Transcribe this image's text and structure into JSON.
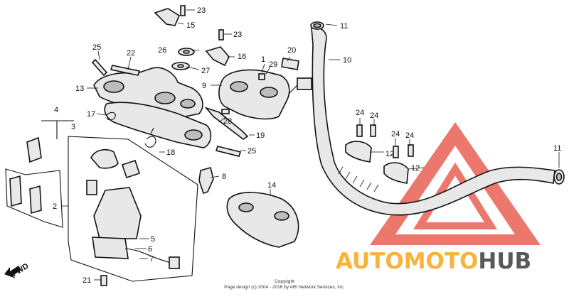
{
  "callouts": [
    {
      "id": "c23a",
      "label": "23"
    },
    {
      "id": "c15",
      "label": "15"
    },
    {
      "id": "c23b",
      "label": "23"
    },
    {
      "id": "c16",
      "label": "16"
    },
    {
      "id": "c26",
      "label": "26"
    },
    {
      "id": "c27",
      "label": "27"
    },
    {
      "id": "c25a",
      "label": "25"
    },
    {
      "id": "c22",
      "label": "22"
    },
    {
      "id": "c13",
      "label": "13"
    },
    {
      "id": "c1",
      "label": "1"
    },
    {
      "id": "c29",
      "label": "29"
    },
    {
      "id": "c20",
      "label": "20"
    },
    {
      "id": "c9",
      "label": "9"
    },
    {
      "id": "c11a",
      "label": "11"
    },
    {
      "id": "c10",
      "label": "10"
    },
    {
      "id": "c4",
      "label": "4"
    },
    {
      "id": "c3",
      "label": "3"
    },
    {
      "id": "c17",
      "label": "17"
    },
    {
      "id": "c28",
      "label": "28"
    },
    {
      "id": "c19",
      "label": "19"
    },
    {
      "id": "c18",
      "label": "18"
    },
    {
      "id": "c25b",
      "label": "25"
    },
    {
      "id": "c8",
      "label": "8"
    },
    {
      "id": "c24a",
      "label": "24"
    },
    {
      "id": "c24b",
      "label": "24"
    },
    {
      "id": "c24c",
      "label": "24"
    },
    {
      "id": "c24d",
      "label": "24"
    },
    {
      "id": "c12a",
      "label": "12"
    },
    {
      "id": "c12b",
      "label": "12"
    },
    {
      "id": "c11b",
      "label": "11"
    },
    {
      "id": "c2",
      "label": "2"
    },
    {
      "id": "c14",
      "label": "14"
    },
    {
      "id": "c5",
      "label": "5"
    },
    {
      "id": "c6",
      "label": "6"
    },
    {
      "id": "c7",
      "label": "7"
    },
    {
      "id": "c21",
      "label": "21"
    }
  ],
  "direction_label": "FWD",
  "copyright": {
    "line1": "Copyright",
    "line2": "Page design (c) 2004 - 2016 by ARI Network Services, Inc."
  },
  "watermark": {
    "part1": "AUTOMOTO",
    "part2": "HUB",
    "color_orange": "#f6b43a",
    "color_gray": "#58595b",
    "color_red": "#e64a3c"
  }
}
